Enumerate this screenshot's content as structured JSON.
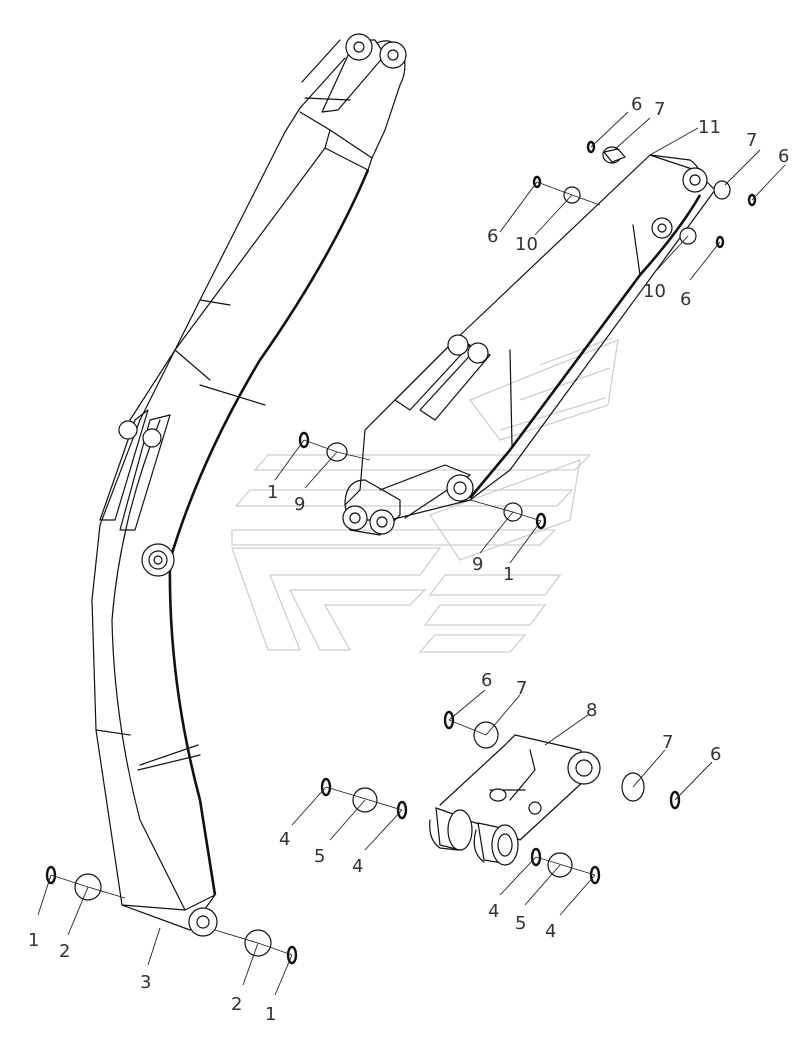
{
  "callouts": [
    {
      "id": "c6a",
      "text": "6"
    },
    {
      "id": "c7a",
      "text": "7"
    },
    {
      "id": "c11",
      "text": "11"
    },
    {
      "id": "c7b",
      "text": "7"
    },
    {
      "id": "c6b",
      "text": "6"
    },
    {
      "id": "c6c",
      "text": "6"
    },
    {
      "id": "c10a",
      "text": "10"
    },
    {
      "id": "c10b",
      "text": "10"
    },
    {
      "id": "c6d",
      "text": "6"
    },
    {
      "id": "c1a",
      "text": "1"
    },
    {
      "id": "c9a",
      "text": "9"
    },
    {
      "id": "c9b",
      "text": "9"
    },
    {
      "id": "c1b",
      "text": "1"
    },
    {
      "id": "c6e",
      "text": "6"
    },
    {
      "id": "c7c",
      "text": "7"
    },
    {
      "id": "c8",
      "text": "8"
    },
    {
      "id": "c7d",
      "text": "7"
    },
    {
      "id": "c6f",
      "text": "6"
    },
    {
      "id": "c4a",
      "text": "4"
    },
    {
      "id": "c5a",
      "text": "5"
    },
    {
      "id": "c4b",
      "text": "4"
    },
    {
      "id": "c4c",
      "text": "4"
    },
    {
      "id": "c5b",
      "text": "5"
    },
    {
      "id": "c4d",
      "text": "4"
    },
    {
      "id": "c1c",
      "text": "1"
    },
    {
      "id": "c2a",
      "text": "2"
    },
    {
      "id": "c3",
      "text": "3"
    },
    {
      "id": "c2b",
      "text": "2"
    },
    {
      "id": "c1d",
      "text": "1"
    }
  ]
}
